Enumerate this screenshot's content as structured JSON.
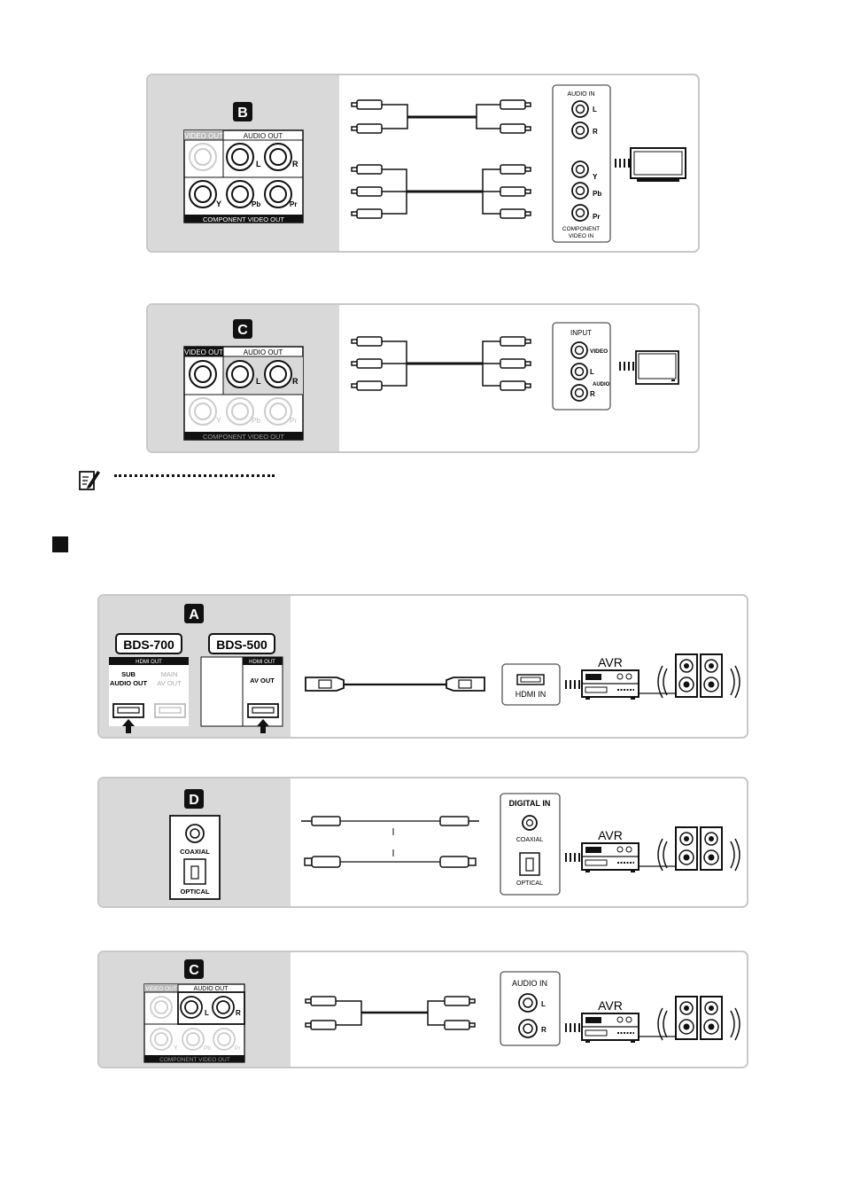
{
  "panels": {
    "b_top": {
      "badge": "B",
      "jack_headers": {
        "video_out": "VIDEO OUT",
        "audio_out": "AUDIO OUT"
      },
      "jack_labels": {
        "l": "L",
        "r": "R",
        "y": "Y",
        "pb": "Pb",
        "pr": "Pr"
      },
      "footer": "COMPONENT VIDEO OUT",
      "tv_box": {
        "audio_in": "AUDIO IN",
        "l": "L",
        "r": "R",
        "y": "Y",
        "pb": "Pb",
        "pr": "Pr",
        "footer_line1": "COMPONENT",
        "footer_line2": "VIDEO IN"
      }
    },
    "c_top": {
      "badge": "C",
      "jack_headers": {
        "video_out": "VIDEO OUT",
        "audio_out": "AUDIO OUT"
      },
      "jack_labels": {
        "l": "L",
        "r": "R",
        "y": "Y",
        "pb": "Pb",
        "pr": "Pr"
      },
      "footer": "COMPONENT VIDEO OUT",
      "tv_box": {
        "input": "INPUT",
        "video": "VIDEO",
        "l": "L",
        "r": "R",
        "audio": "AUDIO"
      }
    },
    "a_hdmi": {
      "badge": "A",
      "model1": "BDS-700",
      "model2": "BDS-500",
      "hdmi_out": "HDMI OUT",
      "sub_audio_out_1": "SUB",
      "sub_audio_out_2": "AUDIO OUT",
      "main_av_out_1": "MAIN",
      "main_av_out_2": "AV OUT",
      "av_out": "AV OUT",
      "receiver_input": "HDMI IN",
      "avr": "AVR"
    },
    "d_digital": {
      "badge": "D",
      "coaxial": "COAXIAL",
      "optical": "OPTICAL",
      "receiver_title": "DIGITAL IN",
      "receiver_coaxial": "COAXIAL",
      "receiver_optical": "OPTICAL",
      "avr": "AVR"
    },
    "c_bottom": {
      "badge": "C",
      "jack_headers": {
        "video_out": "VIDEO OUT",
        "audio_out": "AUDIO OUT"
      },
      "jack_labels": {
        "l": "L",
        "r": "R",
        "y": "Y",
        "pb": "Pb",
        "pr": "Pr"
      },
      "footer": "COMPONENT VIDEO OUT",
      "receiver_title": "AUDIO  IN",
      "l": "L",
      "r": "R",
      "avr": "AVR"
    }
  },
  "colors": {
    "panel_bg": "#d9d9d9",
    "panel_border": "#c8c8c8",
    "ink": "#222222",
    "dim_jack": "#bfbfbf"
  }
}
